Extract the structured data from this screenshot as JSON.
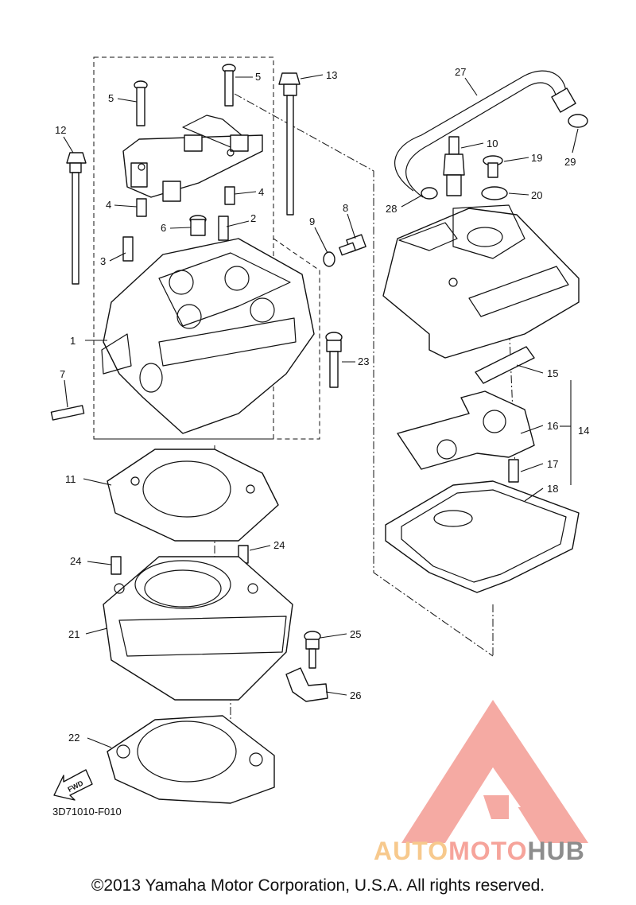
{
  "labels": {
    "p1": "1",
    "p2": "2",
    "p3": "3",
    "p4a": "4",
    "p4b": "4",
    "p5a": "5",
    "p5b": "5",
    "p6": "6",
    "p7": "7",
    "p8": "8",
    "p9": "9",
    "p10": "10",
    "p11": "11",
    "p12": "12",
    "p13": "13",
    "p14": "14",
    "p15": "15",
    "p16": "16",
    "p17": "17",
    "p18": "18",
    "p19": "19",
    "p20": "20",
    "p21": "21",
    "p22": "22",
    "p23": "23",
    "p24a": "24",
    "p24b": "24",
    "p25": "25",
    "p26": "26",
    "p27": "27",
    "p28": "28",
    "p29": "29"
  },
  "fwd_label": "FWD",
  "diagram_code": "3D71010-F010",
  "copyright": "©2013 Yamaha Motor Corporation, U.S.A. All rights reserved.",
  "watermark": {
    "part1": "AUTO",
    "part2": "MOTO",
    "part3": "HUB",
    "colors": {
      "auto": "#f7c98d",
      "moto": "#f6a49b",
      "hub": "#8d8d8d",
      "logo": "#f4a19a"
    }
  }
}
